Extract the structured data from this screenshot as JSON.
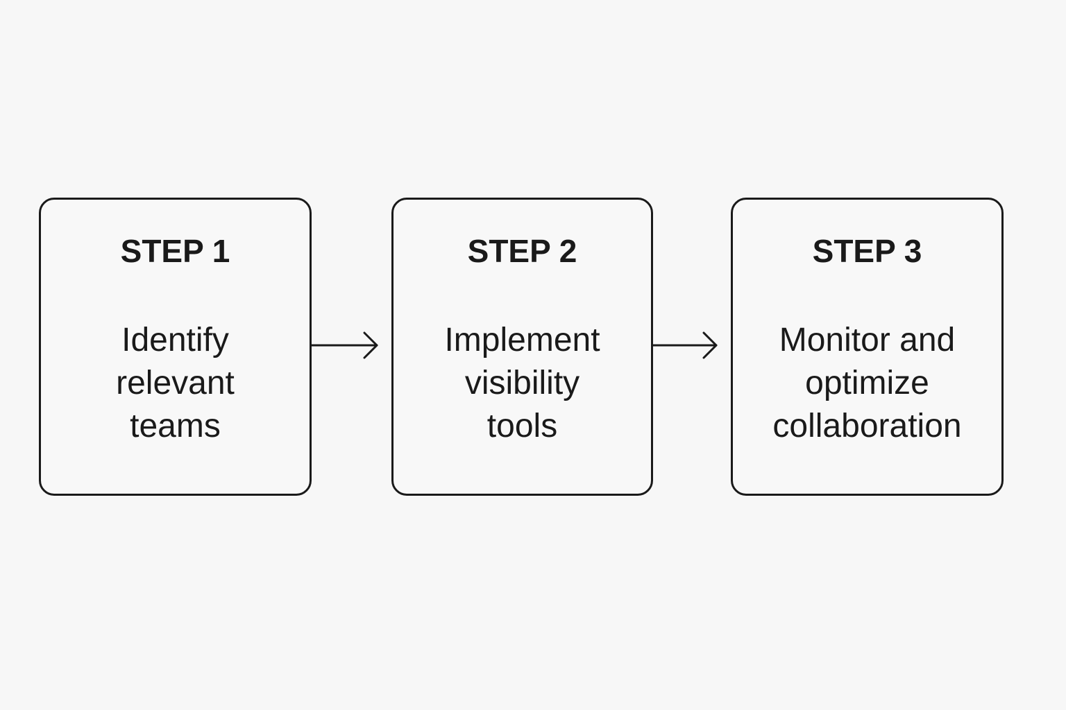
{
  "steps": [
    {
      "title": "STEP 1",
      "description": "Identify\nrelevant\nteams"
    },
    {
      "title": "STEP 2",
      "description": "Implement\nvisibility\ntools"
    },
    {
      "title": "STEP 3",
      "description": "Monitor and\noptimize\ncollaboration"
    }
  ],
  "colors": {
    "background": "#f7f7f7",
    "stroke": "#1a1a1a"
  },
  "connectors": [
    {
      "from": "step-1",
      "to": "step-2",
      "icon": "arrow-right-icon"
    },
    {
      "from": "step-2",
      "to": "step-3",
      "icon": "arrow-right-icon"
    }
  ]
}
